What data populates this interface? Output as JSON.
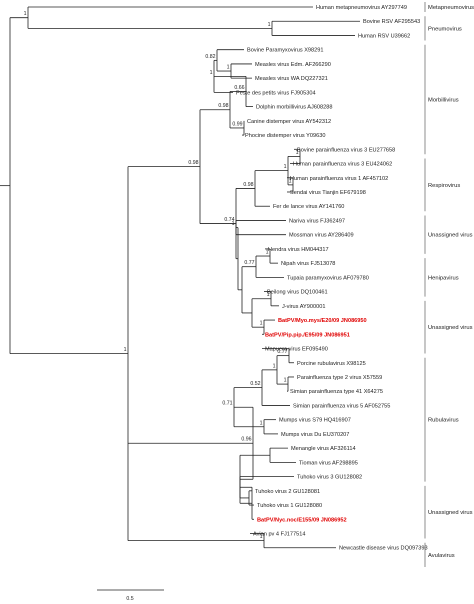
{
  "tree": {
    "id": "root",
    "children": [
      {
        "id": "metapneumo_pneumo",
        "support": "1",
        "children": [
          {
            "label": "Human metapneumovirus AY297749"
          },
          {
            "id": "pneumo",
            "support": "1",
            "children": [
              {
                "label": "Bovine RSV AF295543"
              },
              {
                "label": "Human RSV U39662"
              }
            ]
          }
        ]
      },
      {
        "id": "paramyxo",
        "support": "1",
        "children": [
          {
            "id": "A",
            "support": "0.98",
            "children": [
              {
                "id": "morbilli",
                "support": "0.98",
                "children": [
                  {
                    "id": "m1",
                    "support": "0.66",
                    "children": [
                      {
                        "id": "m2",
                        "support": "1",
                        "children": [
                          {
                            "id": "m3",
                            "support": "0.82",
                            "children": [
                              {
                                "label": "Bovine Paramyxovirus X98291"
                              },
                              {
                                "id": "m4",
                                "support": "1",
                                "children": [
                                  {
                                    "label": "Measles virus Edm. AF266290"
                                  },
                                  {
                                    "label": "Measles virus WA DQ227321"
                                  }
                                ]
                              }
                            ]
                          },
                          {
                            "label": "Peste des petits virus FJ905304"
                          }
                        ]
                      },
                      {
                        "label": "Dolphin morbillivirus AJ608288"
                      }
                    ]
                  },
                  {
                    "id": "m5",
                    "support": "0.99",
                    "children": [
                      {
                        "label": "Canine distemper virus AY542312"
                      },
                      {
                        "label": "Phocine distemper virus Y09630"
                      }
                    ]
                  }
                ]
              },
              {
                "id": "B",
                "support": "0.74",
                "children": [
                  {
                    "id": "r0",
                    "support": "0.98",
                    "children": [
                      {
                        "id": "respiro",
                        "support": "1",
                        "children": [
                          {
                            "id": "r1",
                            "support": "1",
                            "children": [
                              {
                                "label": "Bovine parainfluenza virus 3 EU277658"
                              },
                              {
                                "label": "Human parainfluenza virus 3 EU424062"
                              }
                            ]
                          },
                          {
                            "id": "r2",
                            "support": "1",
                            "children": [
                              {
                                "label": "Human parainfluenza virus 1 AF457102"
                              },
                              {
                                "label": "Sendai virus Tianjin EF679198"
                              }
                            ]
                          }
                        ]
                      },
                      {
                        "label": "Fer de lance virus AY141760"
                      }
                    ]
                  },
                  {
                    "id": "C",
                    "children": [
                      {
                        "id": "u1",
                        "support": "1",
                        "children": [
                          {
                            "label": "Nariva virus FJ362497"
                          },
                          {
                            "label": "Mossman virus AY286409"
                          }
                        ]
                      },
                      {
                        "id": "D",
                        "children": [
                          {
                            "id": "h0",
                            "support": "0.77",
                            "children": [
                              {
                                "id": "henipa",
                                "support": "1",
                                "children": [
                                  {
                                    "label": "Hendra virus HM044317"
                                  },
                                  {
                                    "label": "Nipah virus FJ513078"
                                  }
                                ]
                              },
                              {
                                "label": "Tupaia paramyxovirus AF079780"
                              }
                            ]
                          },
                          {
                            "id": "u2",
                            "children": [
                              {
                                "id": "u3",
                                "support": "1",
                                "children": [
                                  {
                                    "label": "Beilong virus DQ100461"
                                  },
                                  {
                                    "label": "J-virus AY900001"
                                  }
                                ]
                              },
                              {
                                "id": "u4",
                                "support": "1",
                                "children": [
                                  {
                                    "label": "BatPV/Myo.mys/E20/09 JN086950",
                                    "highlight": true
                                  },
                                  {
                                    "label": "BatPV/Pip.pip./E95/09 JN086951",
                                    "highlight": true
                                  }
                                ]
                              }
                            ]
                          }
                        ]
                      }
                    ]
                  }
                ]
              }
            ]
          },
          {
            "id": "E",
            "support": "0.96",
            "children": [
              {
                "id": "rubula",
                "support": "0.71",
                "children": [
                  {
                    "id": "s1",
                    "support": "0.52",
                    "children": [
                      {
                        "id": "s2",
                        "support": "1",
                        "children": [
                          {
                            "id": "s3",
                            "support": "0.77",
                            "children": [
                              {
                                "label": "Mapuera virus EF095490"
                              },
                              {
                                "label": "Porcine rubulavirus X98125"
                              }
                            ]
                          },
                          {
                            "id": "s4",
                            "support": "1",
                            "children": [
                              {
                                "label": "Parainfluenza type 2 virus X57559"
                              },
                              {
                                "label": "Simian parainfluenza type 41 X64275"
                              }
                            ]
                          }
                        ]
                      },
                      {
                        "label": "Simian parainfluenza virus 5 AF052755"
                      }
                    ]
                  },
                  {
                    "id": "s5",
                    "support": "1",
                    "children": [
                      {
                        "label": "Mumps virus S79 HQ416907"
                      },
                      {
                        "label": "Mumps virus Du EU370207"
                      }
                    ]
                  }
                ]
              },
              {
                "id": "F",
                "children": [
                  {
                    "id": "s6",
                    "children": [
                      {
                        "label": "Menangle virus AF326114"
                      },
                      {
                        "label": "Tioman virus AF298895"
                      }
                    ]
                  },
                  {
                    "id": "G",
                    "children": [
                      {
                        "id": "t1",
                        "children": [
                          {
                            "label": "Tuhoko virus 3 GU128082"
                          },
                          {
                            "id": "t2",
                            "children": [
                              {
                                "label": "Tuhoko virus 2 GU128081"
                              },
                              {
                                "label": "Tuhoko virus 1 GU128080"
                              }
                            ]
                          }
                        ]
                      },
                      {
                        "label": "BatPV/Nyc.noc/E155/09 JN086952",
                        "highlight": true
                      }
                    ]
                  }
                ]
              }
            ]
          },
          {
            "id": "avula",
            "support": "1",
            "children": [
              {
                "label": "Avian pv 4 FJ177514"
              },
              {
                "label": "Newcastle disease virus DQ097393"
              }
            ]
          }
        ]
      }
    ]
  },
  "groups": [
    {
      "label": "Metapneumovirus",
      "from": 0,
      "to": 0
    },
    {
      "label": "Pneumovirus",
      "from": 1,
      "to": 2
    },
    {
      "label": "Morbillivirus",
      "from": 3,
      "to": 10
    },
    {
      "label": "Respirovirus",
      "from": 11,
      "to": 14
    },
    {
      "label": "Unassigned virus",
      "from": 15,
      "to": 17
    },
    {
      "label": "Henipavirus",
      "from": 18,
      "to": 20
    },
    {
      "label": "Unassigned virus",
      "from": 21,
      "to": 24
    },
    {
      "label": "Rubulavirus",
      "from": 25,
      "to": 33
    },
    {
      "label": "Unassigned virus",
      "from": 34,
      "to": 37
    },
    {
      "label": "Avulavirus",
      "from": 38,
      "to": 39
    }
  ],
  "scale_bar_label": "0.5"
}
